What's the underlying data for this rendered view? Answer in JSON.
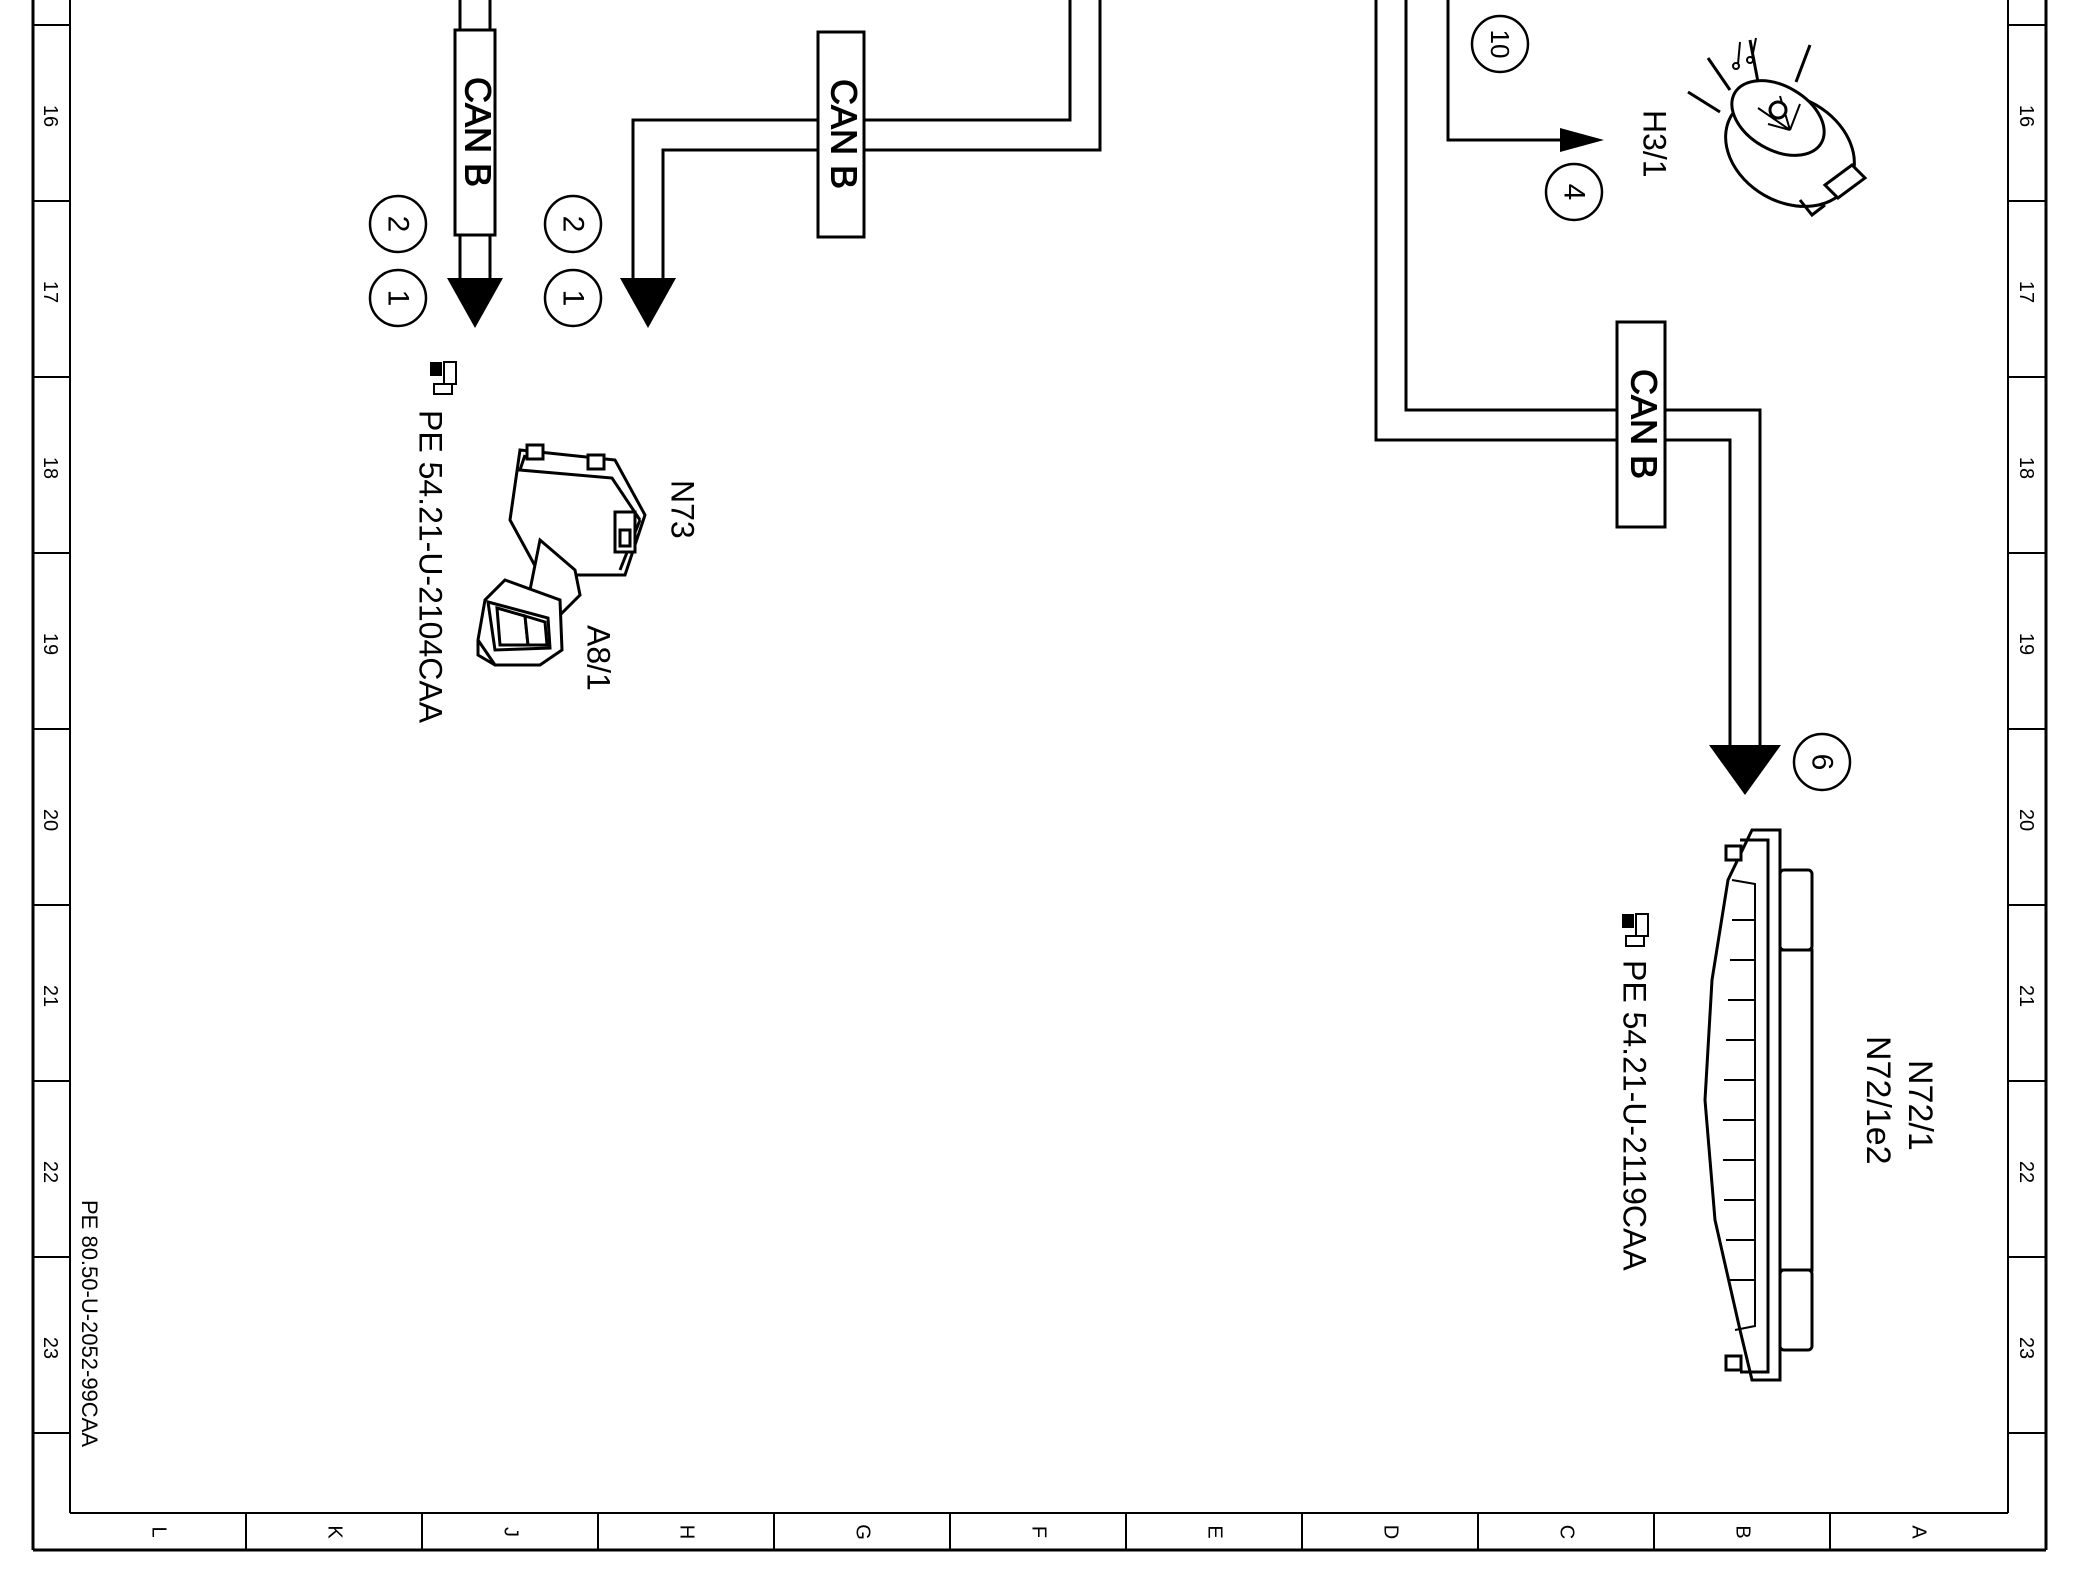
{
  "frame": {
    "row_labels": [
      "16",
      "17",
      "18",
      "19",
      "20",
      "21",
      "22",
      "23"
    ],
    "col_labels": [
      "L",
      "K",
      "J",
      "H",
      "G",
      "F",
      "E",
      "D",
      "C",
      "B",
      "A"
    ]
  },
  "bus_labels": [
    "CAN B",
    "CAN B",
    "CAN B"
  ],
  "connector_numbers": {
    "left_a_top": "2",
    "left_a_bottom": "1",
    "left_b_top": "2",
    "left_b_bottom": "1",
    "h3_in": "10",
    "h3_out": "4",
    "n72_in": "6"
  },
  "components": {
    "n73_label": "N73",
    "a81_label": "A8/1",
    "n73_ref": "PE 54.21-U-2104CAA",
    "h31_label": "H3/1",
    "n72_label1": "N72/1",
    "n72_label2": "N72/1e2",
    "n72_ref": "PE 54.21-U-2119CAA"
  },
  "doc_ref": "PE 80.50-U-2052-99CAA",
  "icons": [
    "hand-pointer-icon",
    "hand-pointer-icon"
  ]
}
